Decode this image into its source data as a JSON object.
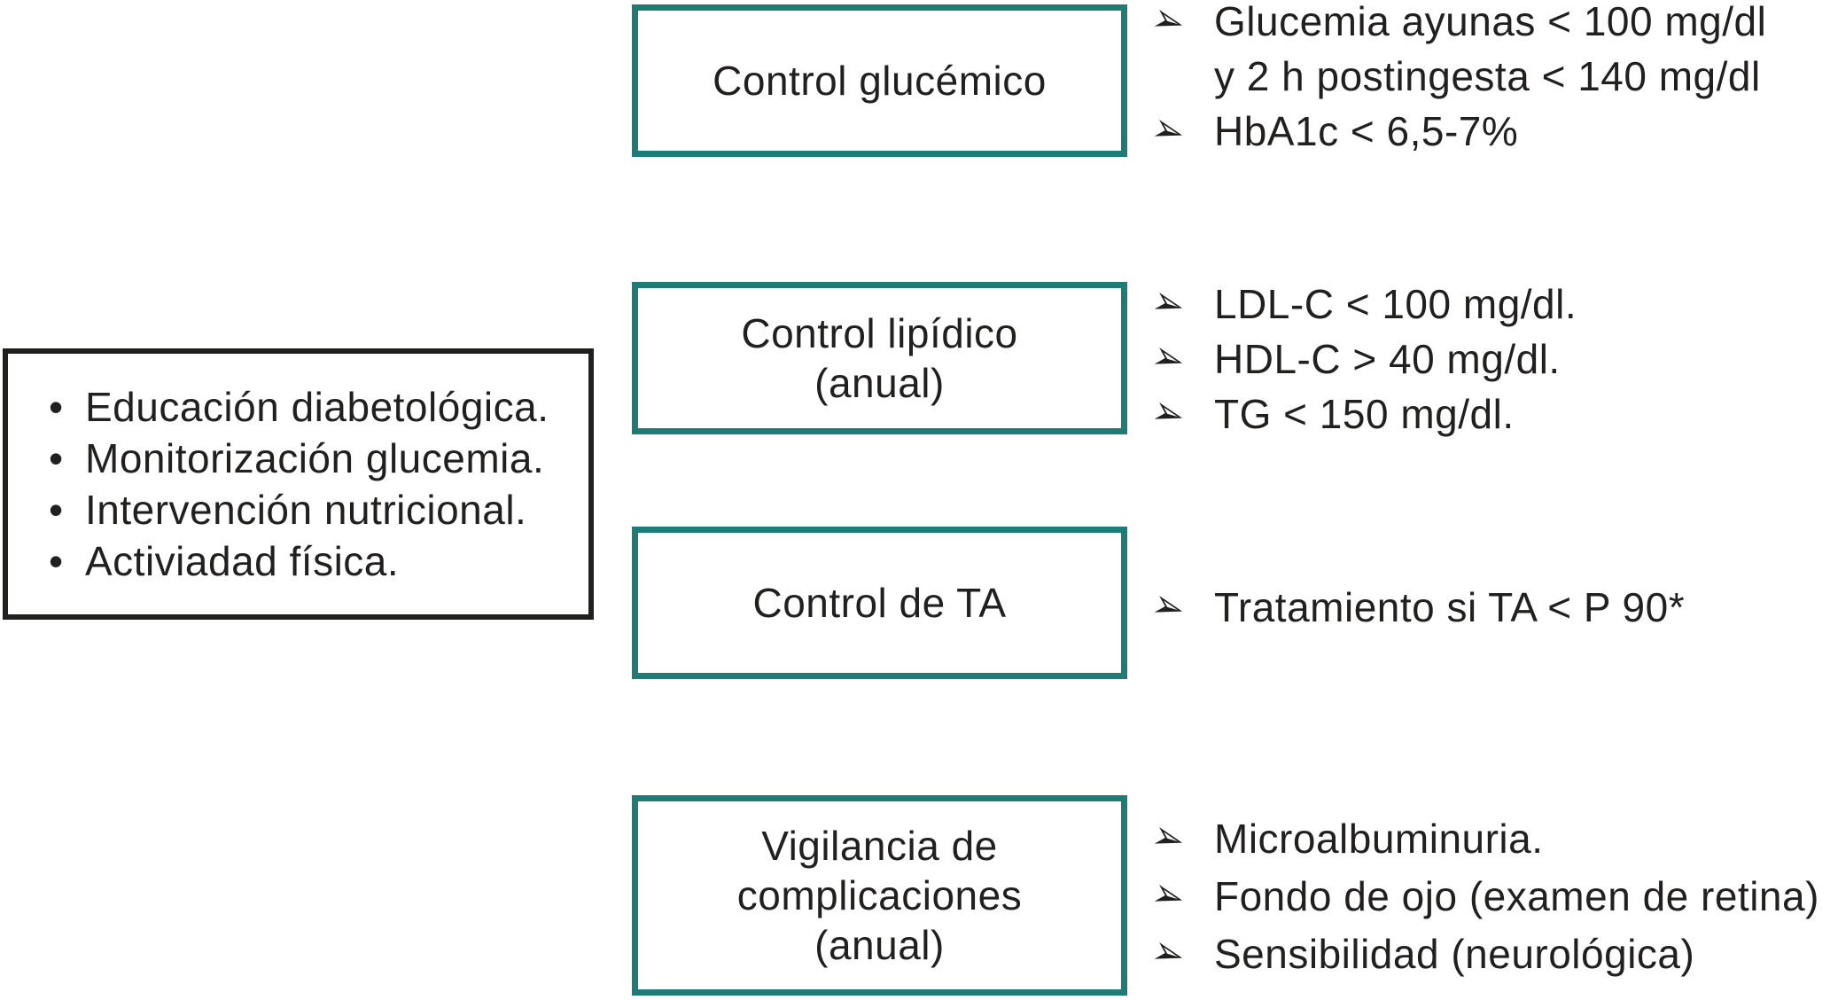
{
  "glyphs": {
    "arrow_bullet": "➢",
    "dot_bullet": "•"
  },
  "colors": {
    "box_border_teal": "#1e7c76",
    "panel_border_black": "#221f1f",
    "text": "#221f1f",
    "background": "#ffffff"
  },
  "left_panel": {
    "items": [
      "Educación diabetológica.",
      "Monitorización glucemia.",
      "Intervención nutricional.",
      "Activiadad física."
    ]
  },
  "rows": [
    {
      "box": {
        "lines": [
          "Control glucémico"
        ]
      },
      "details": [
        {
          "bullet": true,
          "text": "Glucemia ayunas < 100 mg/dl"
        },
        {
          "bullet": false,
          "text": "y 2 h postingesta < 140 mg/dl"
        },
        {
          "bullet": true,
          "text": "HbA1c < 6,5-7%"
        }
      ]
    },
    {
      "box": {
        "lines": [
          "Control lipídico",
          "(anual)"
        ]
      },
      "details": [
        {
          "bullet": true,
          "text": "LDL-C < 100 mg/dl."
        },
        {
          "bullet": true,
          "text": "HDL-C > 40 mg/dl."
        },
        {
          "bullet": true,
          "text": "TG < 150 mg/dl."
        }
      ]
    },
    {
      "box": {
        "lines": [
          "Control de TA"
        ]
      },
      "details": [
        {
          "bullet": true,
          "text": "Tratamiento si TA < P 90*"
        }
      ]
    },
    {
      "box": {
        "lines": [
          "Vigilancia de",
          "complicaciones",
          "(anual)"
        ]
      },
      "details": [
        {
          "bullet": true,
          "text": "Microalbuminuria."
        },
        {
          "bullet": true,
          "text": "Fondo de ojo (examen de retina)"
        },
        {
          "bullet": true,
          "text": "Sensibilidad (neurológica)"
        }
      ]
    }
  ]
}
